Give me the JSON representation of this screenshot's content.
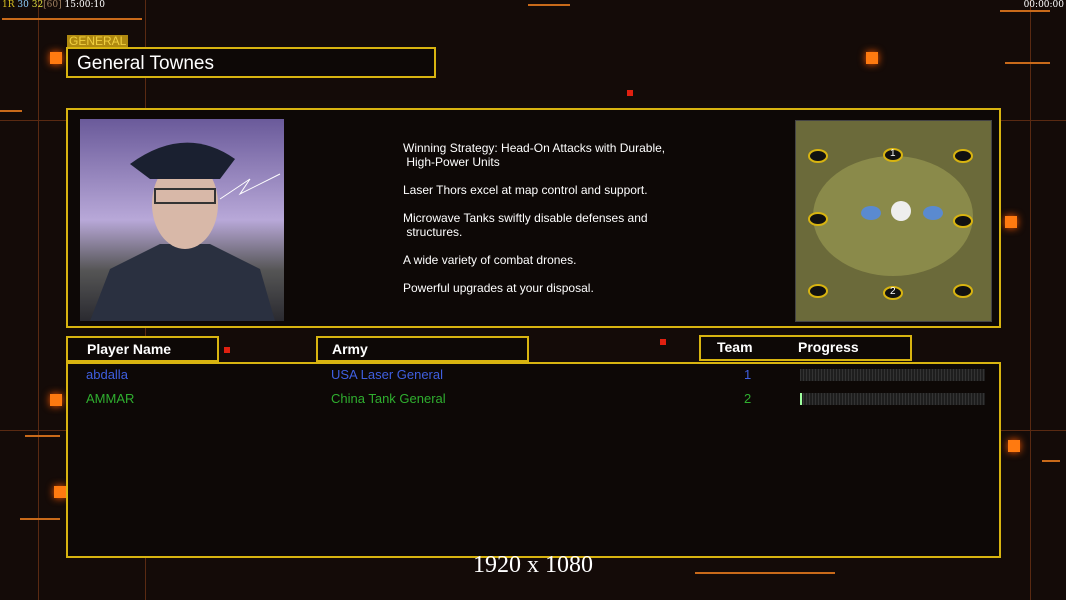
{
  "debug": {
    "left": "1R",
    "fps1": "30",
    "fps2": "32",
    "fps_cap": "[60]",
    "time": "15:00:10",
    "clock": "00:00:00"
  },
  "general": {
    "tag": "GENERAL",
    "name": "General Townes"
  },
  "description": [
    "Winning Strategy: Head-On Attacks with Durable,",
    " High-Power Units",
    "Laser Thors excel at map control and support.",
    "Microwave Tanks swiftly disable defenses and",
    " structures.",
    "A wide variety of combat drones.",
    "Powerful upgrades at your disposal."
  ],
  "map": {
    "slots": [
      "1",
      "2"
    ]
  },
  "table": {
    "headers": {
      "player": "Player Name",
      "army": "Army",
      "team": "Team",
      "progress": "Progress"
    },
    "rows": [
      {
        "player": "abdalla",
        "army": "USA Laser General",
        "team": "1",
        "progress": 0,
        "color": "#3f5fe0"
      },
      {
        "player": "AMMAR",
        "army": "China Tank General",
        "team": "2",
        "progress": 0.01,
        "color": "#2fae2f"
      }
    ]
  },
  "resolution": "1920 x 1080"
}
